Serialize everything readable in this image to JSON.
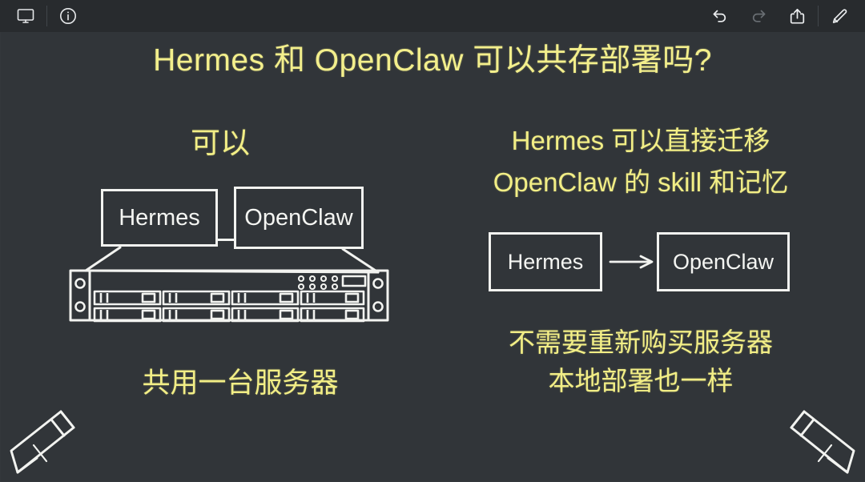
{
  "toolbar": {
    "left_icons": [
      {
        "name": "display-icon",
        "label": "Display"
      },
      {
        "name": "info-icon",
        "label": "Info"
      }
    ],
    "right_icons": [
      {
        "name": "undo-icon",
        "label": "Undo",
        "state": "enabled"
      },
      {
        "name": "redo-icon",
        "label": "Redo",
        "state": "disabled"
      },
      {
        "name": "share-icon",
        "label": "Share"
      },
      {
        "name": "pencil-icon",
        "label": "Edit"
      }
    ]
  },
  "headline": "Hermes 和 OpenClaw 可以共存部署吗?",
  "left_column": {
    "answer": "可以",
    "diagram": {
      "box_top_left": "Hermes",
      "box_top_right": "OpenClaw",
      "illustration": "rack-server-icon"
    },
    "caption": "共用一台服务器"
  },
  "right_column": {
    "heading_line1": "Hermes 可以直接迁移",
    "heading_line2": "OpenClaw 的 skill 和记忆",
    "flow": {
      "from_box": "Hermes",
      "arrow": "arrow-right-icon",
      "to_box": "OpenClaw"
    },
    "caption_line1": "不需要重新购买服务器",
    "caption_line2": "本地部署也一样"
  },
  "decorations": {
    "bottom_left": "pencil-decoration-icon",
    "bottom_right": "pencil-decoration-icon"
  },
  "colors": {
    "background": "#313539",
    "toolbar": "#282b2e",
    "accent_yellow": "#f2ee86",
    "chalk_white": "#f4f5f2"
  }
}
